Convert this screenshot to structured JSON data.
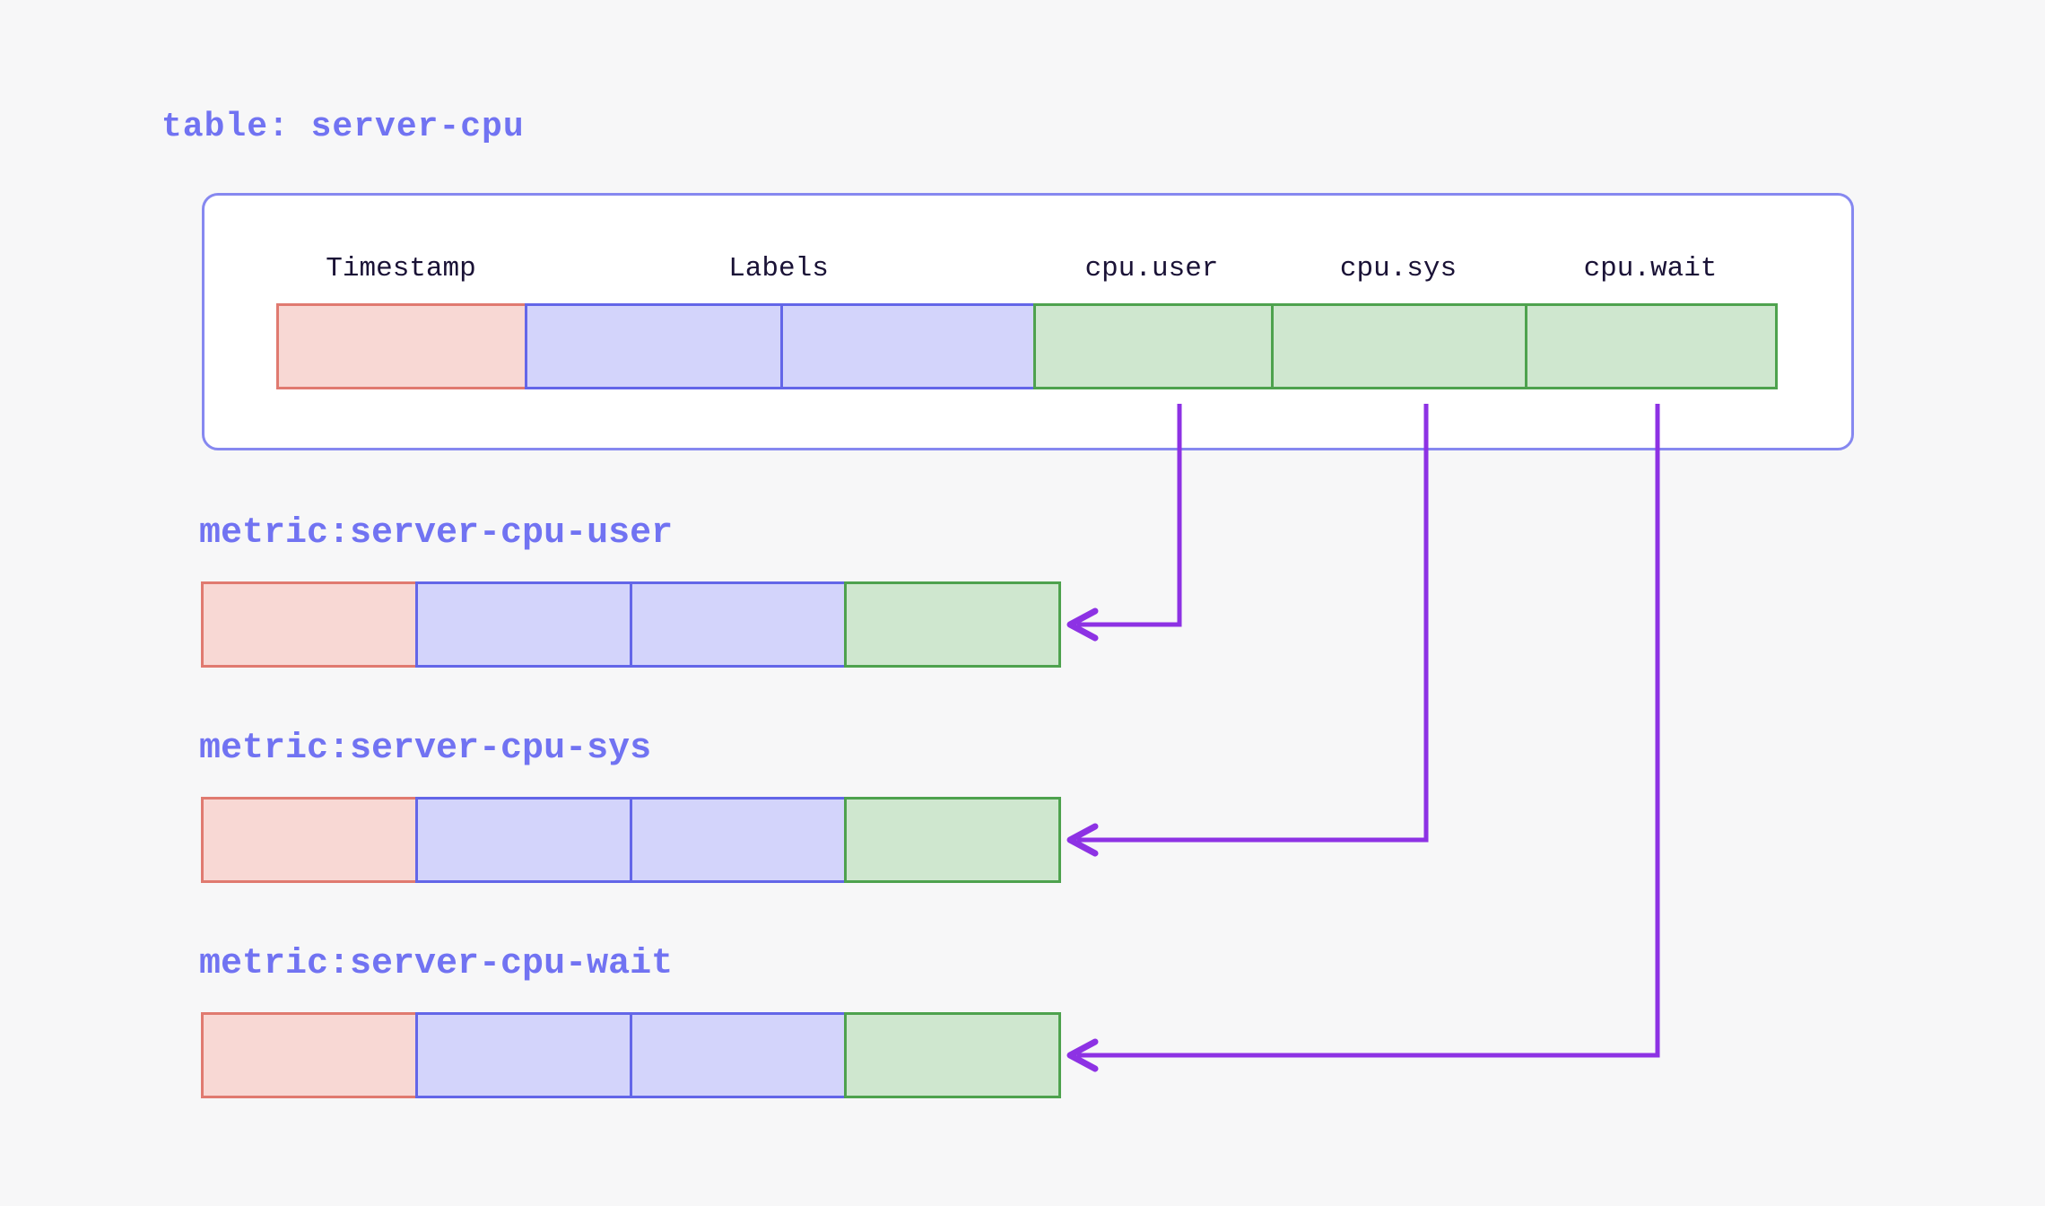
{
  "diagram": {
    "kind": "table-to-metrics mapping diagram"
  },
  "table": {
    "title": "table: server-cpu",
    "columns": [
      {
        "label": "Timestamp",
        "role": "timestamp",
        "color": "red"
      },
      {
        "label": "Labels",
        "role": "labels",
        "color": "blue",
        "span": 2
      },
      {
        "label": "cpu.user",
        "role": "value",
        "color": "green"
      },
      {
        "label": "cpu.sys",
        "role": "value",
        "color": "green"
      },
      {
        "label": "cpu.wait",
        "role": "value",
        "color": "green"
      }
    ]
  },
  "metrics": [
    {
      "label": "metric:server-cpu-user",
      "source_column": "cpu.user",
      "row_cells": [
        "timestamp",
        "label",
        "label",
        "value"
      ]
    },
    {
      "label": "metric:server-cpu-sys",
      "source_column": "cpu.sys",
      "row_cells": [
        "timestamp",
        "label",
        "label",
        "value"
      ]
    },
    {
      "label": "metric:server-cpu-wait",
      "source_column": "cpu.wait",
      "row_cells": [
        "timestamp",
        "label",
        "label",
        "value"
      ]
    }
  ],
  "arrows": [
    {
      "from": "cpu.user",
      "to": "metric:server-cpu-user"
    },
    {
      "from": "cpu.sys",
      "to": "metric:server-cpu-sys"
    },
    {
      "from": "cpu.wait",
      "to": "metric:server-cpu-wait"
    }
  ],
  "colors": {
    "page_bg": "#f7f7f8",
    "box_bg": "#ffffff",
    "box_border": "#8688f0",
    "red_fill": "#f8d8d4",
    "red_border": "#e07a70",
    "blue_fill": "#d3d4fb",
    "blue_border": "#6366e8",
    "green_fill": "#cfe7cf",
    "green_border": "#4ea24e",
    "arrow": "#8d32e4",
    "title_text": "#7173f2",
    "header_text": "#1a1236"
  }
}
